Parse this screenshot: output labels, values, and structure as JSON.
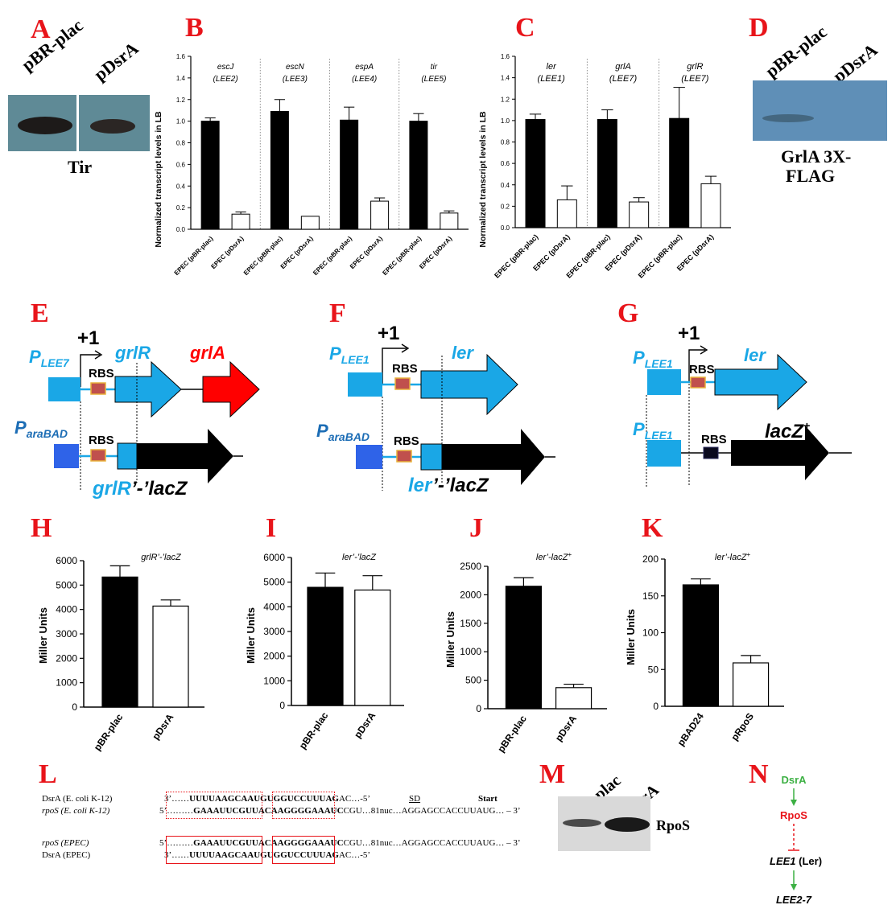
{
  "panel_letters": [
    "A",
    "B",
    "C",
    "D",
    "E",
    "F",
    "G",
    "H",
    "I",
    "J",
    "K",
    "L",
    "M",
    "N"
  ],
  "panel_a": {
    "lane1": "pBR-plac",
    "lane2": "pDsrA",
    "caption": "Tir"
  },
  "panel_d": {
    "lane1": "pBR-plac",
    "lane2": "pDsrA",
    "caption_l1": "GrlA 3X-",
    "caption_l2": "FLAG"
  },
  "panel_m": {
    "lane1": "pBR-plac",
    "lane2": "pDsrA",
    "caption": "RpoS"
  },
  "panel_e": {
    "promoter": "P",
    "promoter_sub": "LEE7",
    "tss": "+1",
    "rbs": "RBS",
    "gene1": "grlR",
    "gene2": "grlA",
    "para": "P",
    "para_sub": "araBAD",
    "fusion_a": "grlR",
    "fusion_b": "’-’lacZ"
  },
  "panel_f": {
    "promoter": "P",
    "promoter_sub": "LEE1",
    "tss": "+1",
    "rbs": "RBS",
    "gene1": "ler",
    "para": "P",
    "para_sub": "araBAD",
    "fusion_a": "ler",
    "fusion_b": "’-’lacZ"
  },
  "panel_g": {
    "promoter": "P",
    "promoter_sub": "LEE1",
    "tss": "+1",
    "rbs": "RBS",
    "gene1": "ler",
    "promoter2": "P",
    "promoter2_sub": "LEE1",
    "gene2": "lacZ",
    "gene2_sup": "+"
  },
  "panel_l": {
    "row1_name": "DsrA (E. coli K-12)",
    "row1_prefix": "3’……",
    "row1_box1": "UUUUAAGCAAUGU",
    "row1_mid": "G",
    "row1_box2": "GUCCUUUAG",
    "row1_tail": "AC…-5’",
    "sd_label": "SD",
    "start_label": "Start",
    "row2_name": "rpoS (E. coli K-12)",
    "row2_prefix": "5’………",
    "row2_box1": "GAAAUUCGUUACA",
    "row2_mid": "AG",
    "row2_box2": "GGGAAAUC",
    "row2_tail": "CGU…81nuc…AGGAGCCACCUUAUG… – 3’",
    "row3_name": "rpoS (EPEC)",
    "row3_prefix": "5’………",
    "row3_box1": "GAAAUUCGUUACA",
    "row3_mid": "AG",
    "row3_box2": "GGGAAAUC",
    "row3_tail": "CGU…81nuc…AGGAGCCACCUUAUG… – 3’",
    "row4_name": "DsrA (EPEC)",
    "row4_prefix": "3’……",
    "row4_box1": "UUUUAAGCAAUGU",
    "row4_mid": "G",
    "row4_box2": "GUCCUUUAG",
    "row4_tail": "AC…-5’"
  },
  "panel_n": {
    "node1": "DsrA",
    "node2": "RpoS",
    "node3": "LEE1",
    "node3_suffix": "(Ler)",
    "node4": "LEE2-7"
  },
  "colors": {
    "panel_letter": "#e8141a",
    "gene_blue": "#1aa7e6",
    "grlA_red": "#ff0000",
    "para_blue": "#2f63e8",
    "rbs_fill": "#c0504d",
    "rbs_edge": "#e8b13a",
    "activation": "#3cb043"
  },
  "chart_data": [
    {
      "panel": "B",
      "type": "bar",
      "ylabel": "Normalized transcript levels in LB",
      "ylim": [
        0,
        1.6
      ],
      "yticks": [
        "0.0",
        "0.2",
        "0.4",
        "0.6",
        "0.8",
        "1.0",
        "1.2",
        "1.4",
        "1.6"
      ],
      "groups": [
        {
          "gene": "escJ",
          "operon": "(LEE2)"
        },
        {
          "gene": "escN",
          "operon": "(LEE3)"
        },
        {
          "gene": "espA",
          "operon": "(LEE4)"
        },
        {
          "gene": "tir",
          "operon": "(LEE5)"
        }
      ],
      "categories": [
        "EPEC (pBR-plac)",
        "EPEC (pDsrA)",
        "EPEC (pBR-plac)",
        "EPEC (pDsrA)",
        "EPEC (pBR-plac)",
        "EPEC (pDsrA)",
        "EPEC (pBR-plac)",
        "EPEC (pDsrA)"
      ],
      "values": [
        1.0,
        0.14,
        1.09,
        0.12,
        1.01,
        0.26,
        1.0,
        0.15
      ],
      "errors": [
        0.03,
        0.02,
        0.11,
        0.0,
        0.12,
        0.03,
        0.07,
        0.02
      ]
    },
    {
      "panel": "C",
      "type": "bar",
      "ylabel": "Normalized transcript levels in LB",
      "ylim": [
        0,
        1.6
      ],
      "yticks": [
        "0.0",
        "0.2",
        "0.4",
        "0.6",
        "0.8",
        "1.0",
        "1.2",
        "1.4",
        "1.6"
      ],
      "groups": [
        {
          "gene": "ler",
          "operon": "(LEE1)"
        },
        {
          "gene": "grlA",
          "operon": "(LEE7)"
        },
        {
          "gene": "grlR",
          "operon": "(LEE7)"
        }
      ],
      "categories": [
        "EPEC (pBR-plac)",
        "EPEC (pDsrA)",
        "EPEC (pBR-plac)",
        "EPEC (pDsrA)",
        "EPEC (pBR-plac)",
        "EPEC (pDsrA)"
      ],
      "values": [
        1.01,
        0.26,
        1.01,
        0.24,
        1.02,
        0.41
      ],
      "errors": [
        0.05,
        0.13,
        0.09,
        0.04,
        0.29,
        0.07
      ]
    },
    {
      "panel": "H",
      "type": "bar",
      "title": "grlR’-’lacZ",
      "ylabel": "Miller Units",
      "ylim": [
        0,
        6000
      ],
      "yticks": [
        "0",
        "1000",
        "2000",
        "3000",
        "4000",
        "5000",
        "6000"
      ],
      "categories": [
        "pBR-plac",
        "pDsrA"
      ],
      "values": [
        5330,
        4140
      ],
      "errors": [
        460,
        250
      ]
    },
    {
      "panel": "I",
      "type": "bar",
      "title": "ler’-’lacZ",
      "ylabel": "Miller Units",
      "ylim": [
        0,
        6000
      ],
      "yticks": [
        "0",
        "1000",
        "2000",
        "3000",
        "4000",
        "5000",
        "6000"
      ],
      "categories": [
        "pBR-plac",
        "pDsrA"
      ],
      "values": [
        4790,
        4680
      ],
      "errors": [
        580,
        580
      ]
    },
    {
      "panel": "J",
      "type": "bar",
      "title": "ler’-lacZ",
      "title_sup": "+",
      "ylabel": "Miller Units",
      "ylim": [
        0,
        2500
      ],
      "yticks": [
        "0",
        "500",
        "1000",
        "1500",
        "2000",
        "2500"
      ],
      "categories": [
        "pBR-plac",
        "pDsrA"
      ],
      "values": [
        2150,
        370
      ],
      "errors": [
        150,
        60
      ]
    },
    {
      "panel": "K",
      "type": "bar",
      "title": "ler’-lacZ",
      "title_sup": "+",
      "ylabel": "Miller Units",
      "ylim": [
        0,
        200
      ],
      "yticks": [
        "0",
        "50",
        "100",
        "150",
        "200"
      ],
      "categories": [
        "pBAD24",
        "pRpoS"
      ],
      "values": [
        165,
        59
      ],
      "errors": [
        8,
        10
      ]
    }
  ]
}
